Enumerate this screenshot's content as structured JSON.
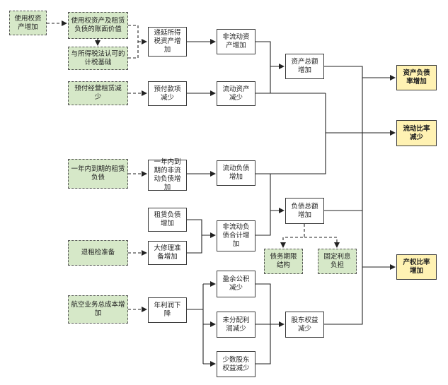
{
  "nodes": {
    "right_of_use_increase": "使用权资\n产增加",
    "rou_lease_book_value": "使用权资产及租赁\n负债的账面价值",
    "tax_basis": "与所得税法认可的\n计税基础",
    "prepaid_lease": "预付经营租赁减\n少",
    "deferred_tax_asset": "递延所得\n税资产增\n加",
    "prepayment_decrease": "预付款项\n减少",
    "noncurrent_assets": "非流动资\n产增加",
    "current_assets": "流动资产\n减少",
    "total_assets": "资产总额\n增加",
    "lease_due_one_year": "一年内到期的租赁\n负债",
    "noncurrent_due_one_year": "一年内到\n期的非流\n动负债增\n加",
    "current_liabilities": "流动负债\n增加",
    "lease_liabilities": "租赁负债\n增加",
    "overhaul_reserve": "大修理准\n备增加",
    "return_overhaul": "退租检准备",
    "noncurrent_liabilities": "非流动负\n债合计增\n加",
    "total_liabilities": "负债总额\n增加",
    "debt_maturity": "债务期限\n结构",
    "fixed_interest": "固定利息\n负担",
    "aviation_cost": "航空业务总成本增\n加",
    "annual_profit": "年利润下\n降",
    "surplus_reserve": "盈余公积\n减少",
    "undistributed_profit": "未分配利\n润减少",
    "minority_equity": "少数股东\n权益减少",
    "shareholder_equity": "股东权益\n减少",
    "asset_liability_ratio": "资产负债\n率增加",
    "current_ratio": "流动比率\n减少",
    "equity_ratio": "产权比率\n增加"
  },
  "colors": {
    "green_fill": "#d6e8c8",
    "yellow_fill": "#fff2b3",
    "line": "#222222"
  }
}
